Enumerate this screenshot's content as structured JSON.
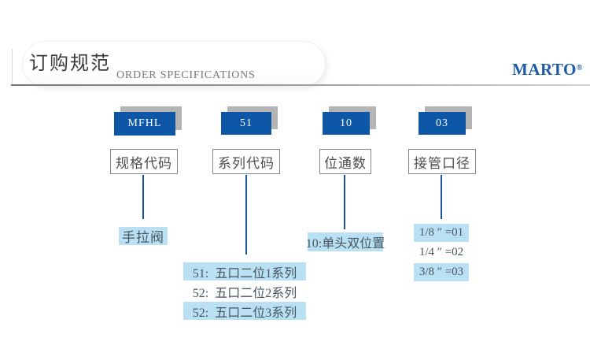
{
  "header": {
    "title_cn": "订购规范",
    "title_en": "ORDER SPECIFICATIONS",
    "brand": "MARTO",
    "brand_reg": "®"
  },
  "colors": {
    "code_box_blue": "#0e56a6",
    "code_box_shadow": "#b4b4b4",
    "connector_blue": "#15549c",
    "note_highlight": "#b9e1f3",
    "brand_blue": "#1d5ba6"
  },
  "columns": [
    {
      "code": "MFHL",
      "label": "规格代码",
      "notes": [
        {
          "text": "手拉阀",
          "highlight": true
        }
      ]
    },
    {
      "code": "51",
      "label": "系列代码",
      "notes": [
        {
          "text": "51:  五口二位1系列",
          "highlight": true
        },
        {
          "text": "52:  五口二位2系列",
          "highlight": false
        },
        {
          "text": "52:  五口二位3系列",
          "highlight": true
        }
      ]
    },
    {
      "code": "10",
      "label": "位通数",
      "notes": [
        {
          "text": "10:单头双位置",
          "highlight": true
        }
      ]
    },
    {
      "code": "03",
      "label": "接管口径",
      "notes": [
        {
          "text": "1/8 ″ =01",
          "highlight": true
        },
        {
          "text": "1/4 ″ =02",
          "highlight": false
        },
        {
          "text": "3/8 ″ =03",
          "highlight": true
        }
      ]
    }
  ]
}
